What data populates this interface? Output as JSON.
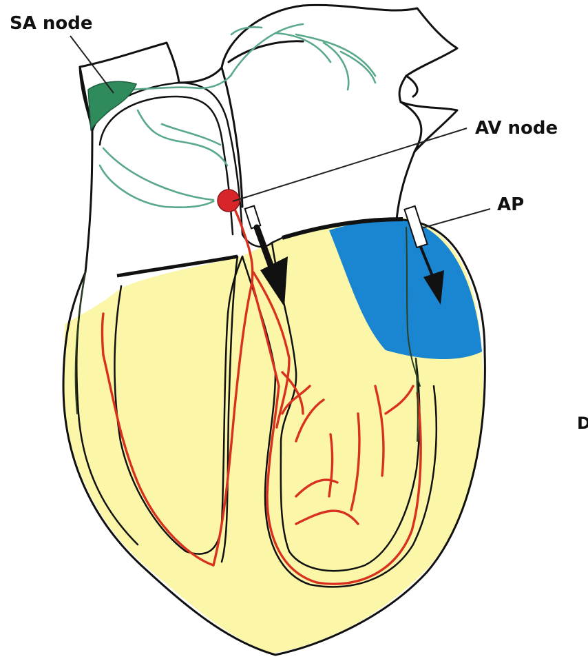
{
  "labels": {
    "sa_node": "SA node",
    "av_node": "AV node",
    "ap": "AP",
    "edge_fragment": "D"
  },
  "colors": {
    "ventricle_fill": "#fbf6a8",
    "sa_node": "#2f8a5c",
    "av_node": "#d8252a",
    "excited_region": "#1a86d2",
    "atrial_conduction": "#5aa88a",
    "ventricular_conduction": "#d8311f"
  }
}
